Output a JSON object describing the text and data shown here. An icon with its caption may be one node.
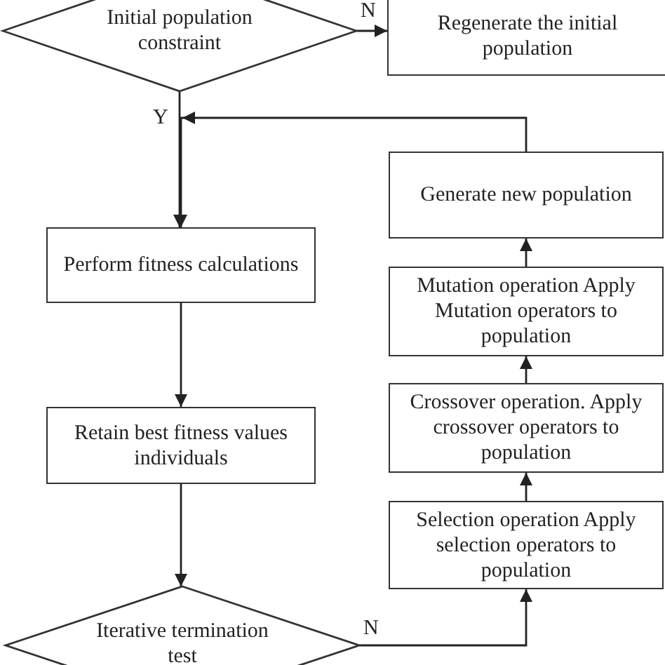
{
  "diagram": {
    "nodes": [
      {
        "text": [
          "Initial population constraint"
        ]
      },
      {
        "text": [
          "Regenerate the initial population"
        ]
      },
      {
        "text": [
          "Perform fitness calculations"
        ]
      },
      {
        "text": [
          "Retain best fitness values individuals"
        ]
      },
      {
        "text": [
          "Iterative termination test"
        ]
      },
      {
        "text": [
          "Generate new population"
        ]
      },
      {
        "text": [
          "Mutation operation Apply Mutation operators to population"
        ]
      },
      {
        "text": [
          "Crossover operation. Apply crossover operators to population"
        ]
      },
      {
        "text": [
          "Selection operation Apply selection operators to population"
        ]
      }
    ],
    "edges": [
      {
        "from": 0,
        "to": 1,
        "arrow": "to",
        "label": "N"
      },
      {
        "from": 0,
        "to": 2,
        "arrow": "to",
        "label": "Y"
      },
      {
        "from": 2,
        "to": 3,
        "arrow": "to"
      },
      {
        "from": 3,
        "to": 4,
        "arrow": "to"
      },
      {
        "from": 4,
        "to": 8,
        "arrow": "to",
        "label": "N"
      },
      {
        "from": 8,
        "to": 7,
        "arrow": "to"
      },
      {
        "from": 7,
        "to": 6,
        "arrow": "to"
      },
      {
        "from": 6,
        "to": 5,
        "arrow": "to"
      },
      {
        "from": 5,
        "to": 2,
        "arrow": "to"
      }
    ]
  }
}
